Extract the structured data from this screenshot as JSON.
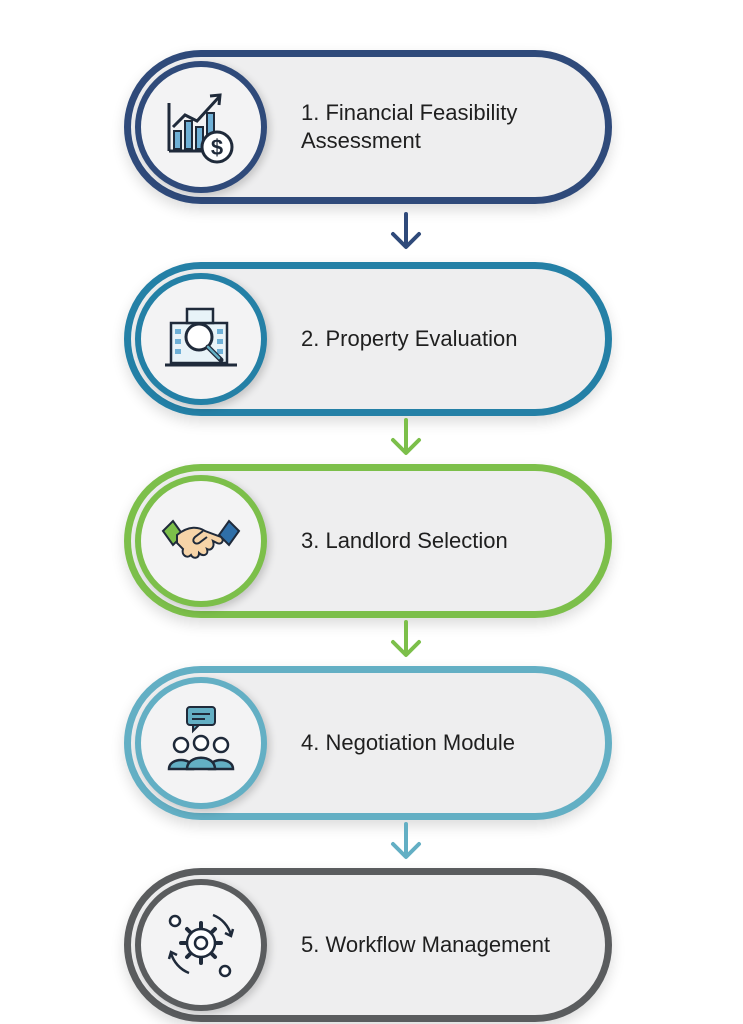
{
  "colors": {
    "step1": "#2f4a7a",
    "step2": "#2480a6",
    "step3": "#7cbf4a",
    "step4": "#63afc4",
    "step5": "#5a5c5e"
  },
  "steps": [
    {
      "label": "1. Financial Feasibility\nAssessment",
      "icon": "financial-chart-dollar-icon"
    },
    {
      "label": "2. Property Evaluation",
      "icon": "building-magnifier-icon"
    },
    {
      "label": "3. Landlord Selection",
      "icon": "handshake-icon"
    },
    {
      "label": "4. Negotiation Module",
      "icon": "team-chat-icon"
    },
    {
      "label": "5. Workflow Management",
      "icon": "gears-cycle-icon"
    }
  ]
}
